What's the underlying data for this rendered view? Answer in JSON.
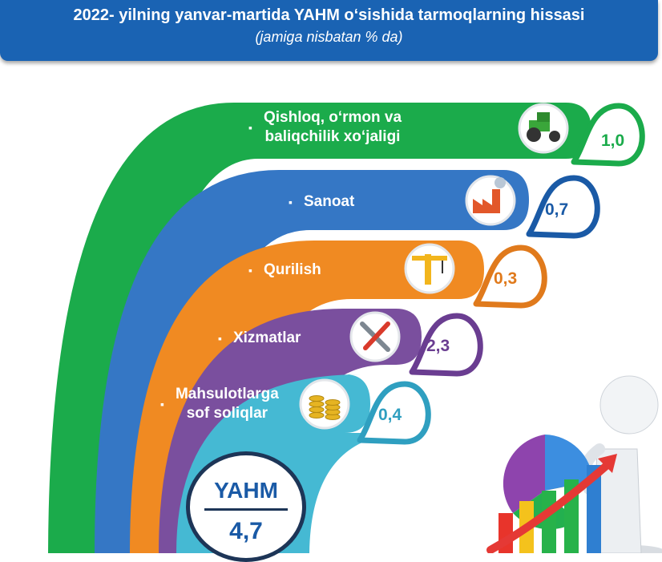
{
  "header": {
    "title": "2022- yilning yanvar-martida YAHM o‘sishida tarmoqlarning hissasi",
    "subtitle": "(jamiga nisbatan % da)"
  },
  "chart_data": {
    "type": "bar",
    "title": "2022- yilning yanvar-martida YAHM o‘sishida tarmoqlarning hissasi",
    "subtitle": "(jamiga nisbatan % da)",
    "categories": [
      "Qishloq, o‘rmon va baliqchilik xo‘jaligi",
      "Sanoat",
      "Qurilish",
      "Xizmatlar",
      "Mahsulotlarga sof soliqlar"
    ],
    "category_lines": [
      [
        "Qishloq, o‘rmon va",
        "baliqchilik xo‘jaligi"
      ],
      [
        "Sanoat"
      ],
      [
        "Qurilish"
      ],
      [
        "Xizmatlar"
      ],
      [
        "Mahsulotlarga",
        "sof soliqlar"
      ]
    ],
    "values": [
      1.0,
      0.7,
      0.3,
      2.3,
      0.4
    ],
    "value_labels": [
      "1,0",
      "0,7",
      "0,3",
      "2,3",
      "0,4"
    ],
    "colors": [
      "#1bab4b",
      "#3577c5",
      "#f08a22",
      "#7a4f9e",
      "#45b9d3"
    ],
    "value_colors": [
      "#1bab4b",
      "#1a5aa6",
      "#e07a1c",
      "#6a3d91",
      "#2f9fc0"
    ],
    "icons": [
      "tractor-icon",
      "factory-icon",
      "crane-icon",
      "tools-icon",
      "coins-icon"
    ],
    "total": {
      "label": "YAHM",
      "value": 4.7,
      "value_label": "4,7"
    },
    "bullet": "▪"
  }
}
